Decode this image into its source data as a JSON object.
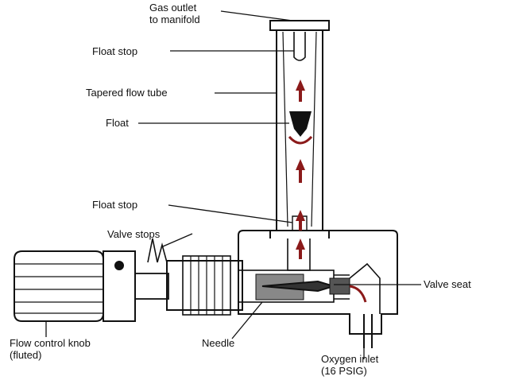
{
  "labels": {
    "gas_outlet": "Gas outlet\nto manifold",
    "float_stop_top": "Float stop",
    "tapered_flow_tube": "Tapered flow tube",
    "float": "Float",
    "float_stop_bottom": "Float stop",
    "valve_stops": "Valve stops",
    "valve_seat": "Valve seat",
    "flow_control_knob": "Flow control knob\n(fluted)",
    "needle": "Needle",
    "oxygen_inlet": "Oxygen inlet\n(16 PSIG)"
  },
  "colors": {
    "line": "#111111",
    "arrow": "#8b1a1a",
    "float": "#111111"
  }
}
